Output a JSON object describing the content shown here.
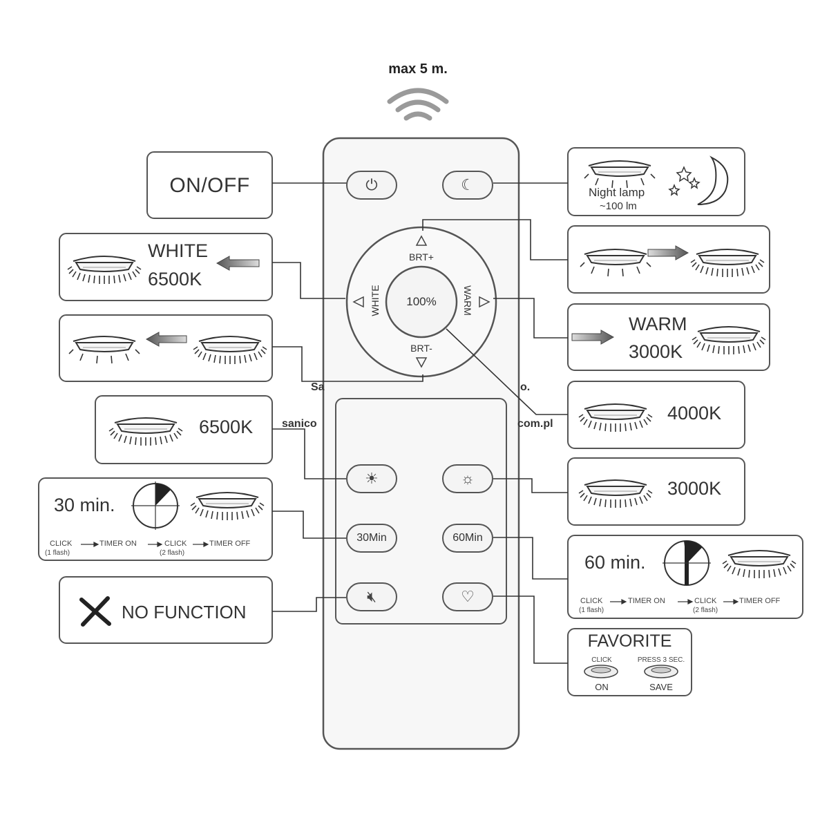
{
  "range_label": "max 5 m.",
  "remote": {
    "dial": {
      "center_label": "100%",
      "up_label": "BRT+",
      "down_label": "BRT-",
      "left_label": "WHITE",
      "right_label": "WARM"
    },
    "timer_30_label": "30Min",
    "timer_60_label": "60Min",
    "watermark": {
      "left_1": "Sa",
      "left_2": "sanico",
      "right_1": "o.",
      "right_2": "com.pl"
    }
  },
  "boxes": {
    "on_off": "ON/OFF",
    "white": {
      "title": "WHITE",
      "value": "6500K"
    },
    "night": {
      "title": "Night lamp",
      "lumens": "~100 lm"
    },
    "warm": {
      "title": "WARM",
      "value": "3000K"
    },
    "k6500": "6500K",
    "k4000": "4000K",
    "k3000": "3000K",
    "timer30": {
      "title": "30 min.",
      "step1": "CLICK",
      "step1_sub": "(1 flash)",
      "step2": "TIMER ON",
      "step3": "CLICK",
      "step3_sub": "(2 flash)",
      "step4": "TIMER OFF"
    },
    "timer60": {
      "title": "60 min.",
      "step1": "CLICK",
      "step1_sub": "(1 flash)",
      "step2": "TIMER ON",
      "step3": "CLICK",
      "step3_sub": "(2 flash)",
      "step4": "TIMER OFF"
    },
    "no_function": "NO FUNCTION",
    "favorite": {
      "title": "FAVORITE",
      "click": "CLICK",
      "press": "PRESS 3 SEC.",
      "on": "ON",
      "save": "SAVE"
    }
  }
}
